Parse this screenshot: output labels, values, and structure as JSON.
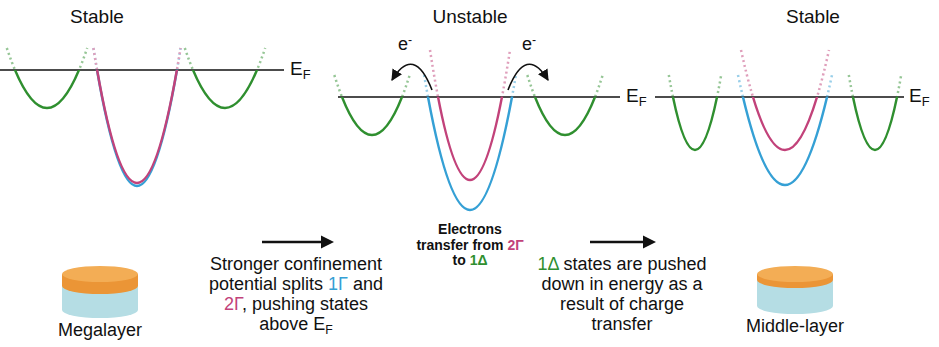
{
  "diagram": {
    "nodes": [
      {
        "text": [
          "Megalayer"
        ]
      },
      {
        "text": [
          "Middle-layer"
        ]
      }
    ],
    "labels": [
      "Stable",
      "Unstable",
      "Stable",
      "EF",
      "EF",
      "EF",
      "e-",
      "e-",
      "Electrons transfer from 2Γ to 1Δ",
      "Stronger confinement potential splits 1Γ and 2Γ, pushing states above EF",
      "1Δ states are pushed down in energy as a result of charge transfer"
    ]
  }
}
